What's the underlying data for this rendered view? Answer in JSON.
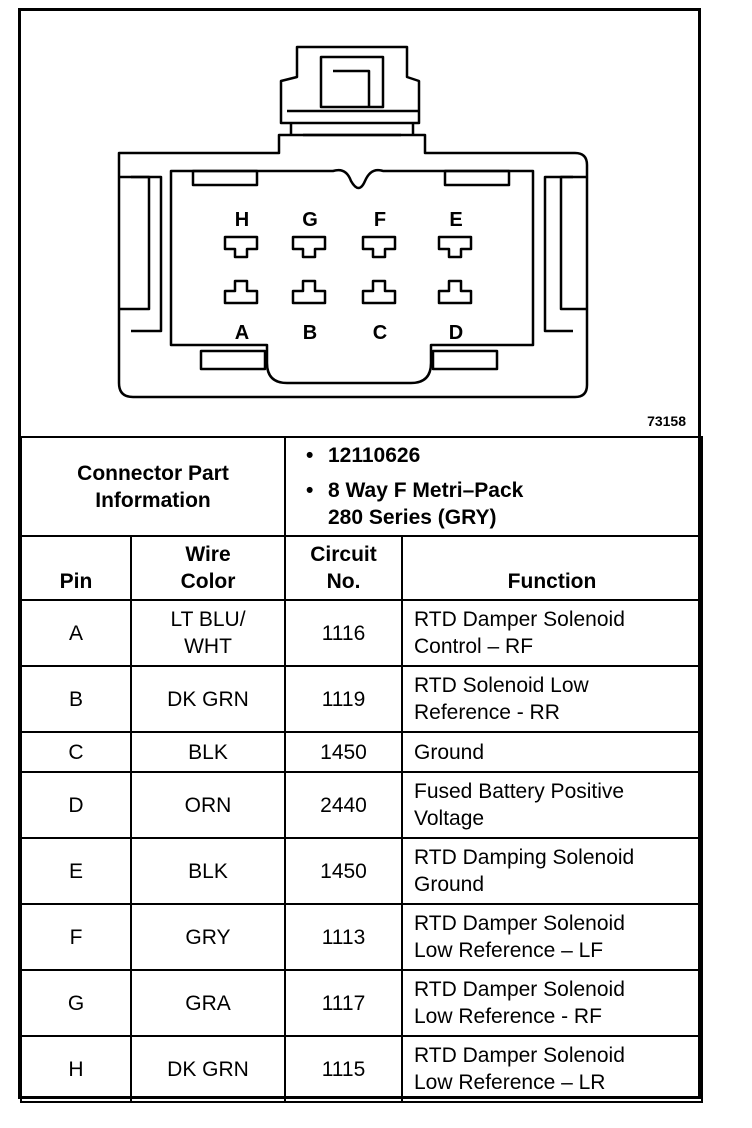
{
  "diagram": {
    "figure_number": "73158",
    "pins_top": [
      "H",
      "G",
      "F",
      "E"
    ],
    "pins_bottom": [
      "A",
      "B",
      "C",
      "D"
    ]
  },
  "connector_info": {
    "label_line1": "Connector Part",
    "label_line2": "Information",
    "part_number": "12110626",
    "desc_line1": "8 Way F Metri–Pack",
    "desc_line2": "280 Series (GRY)"
  },
  "headers": {
    "pin": "Pin",
    "wire_line1": "Wire",
    "wire_line2": "Color",
    "circuit_line1": "Circuit",
    "circuit_line2": "No.",
    "function": "Function"
  },
  "rows": [
    {
      "pin": "A",
      "wire1": "LT BLU/",
      "wire2": "WHT",
      "circuit": "1116",
      "func1": "RTD Damper Solenoid",
      "func2": "Control – RF"
    },
    {
      "pin": "B",
      "wire1": "DK GRN",
      "wire2": "",
      "circuit": "1119",
      "func1": "RTD Solenoid Low",
      "func2": "Reference - RR"
    },
    {
      "pin": "C",
      "wire1": "BLK",
      "wire2": "",
      "circuit": "1450",
      "func1": "Ground",
      "func2": ""
    },
    {
      "pin": "D",
      "wire1": "ORN",
      "wire2": "",
      "circuit": "2440",
      "func1": "Fused Battery Positive",
      "func2": "Voltage"
    },
    {
      "pin": "E",
      "wire1": "BLK",
      "wire2": "",
      "circuit": "1450",
      "func1": "RTD Damping Solenoid",
      "func2": "Ground"
    },
    {
      "pin": "F",
      "wire1": "GRY",
      "wire2": "",
      "circuit": "1113",
      "func1": "RTD Damper Solenoid",
      "func2": "Low Reference – LF"
    },
    {
      "pin": "G",
      "wire1": "GRA",
      "wire2": "",
      "circuit": "1117",
      "func1": "RTD Damper Solenoid",
      "func2": "Low Reference - RF"
    },
    {
      "pin": "H",
      "wire1": "DK GRN",
      "wire2": "",
      "circuit": "1115",
      "func1": "RTD Damper Solenoid",
      "func2": "Low Reference – LR"
    }
  ]
}
